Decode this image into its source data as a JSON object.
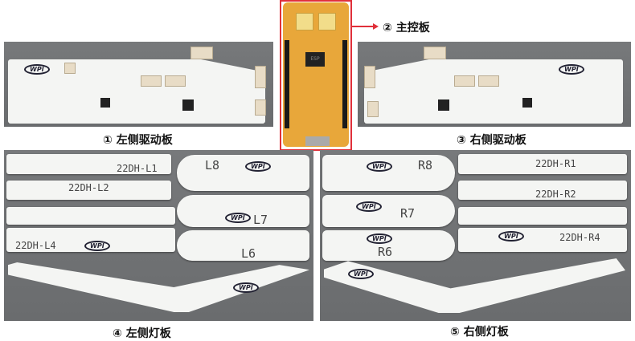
{
  "captions": {
    "main_board": "② 主控板",
    "left_driver": "① 左侧驱动板",
    "right_driver": "③ 右侧驱动板",
    "left_light": "④ 左侧灯板",
    "right_light": "⑤ 右侧灯板"
  },
  "logo": "WPI",
  "main_chip": "ESP",
  "left_boards": {
    "b1": "22DH-L1",
    "b2": "22DH-L2",
    "b4": "22DH-L4",
    "l8": "L8",
    "l7": "L7",
    "l6": "L6"
  },
  "right_boards": {
    "b1": "22DH-R1",
    "b2": "22DH-R2",
    "b4": "22DH-R4",
    "r8": "R8",
    "r7": "R7",
    "r6": "R6"
  },
  "colors": {
    "frame": "#e0303a",
    "board": "#f4f5f3",
    "background": "#6e7072",
    "main_pcb": "#e8a73a"
  }
}
